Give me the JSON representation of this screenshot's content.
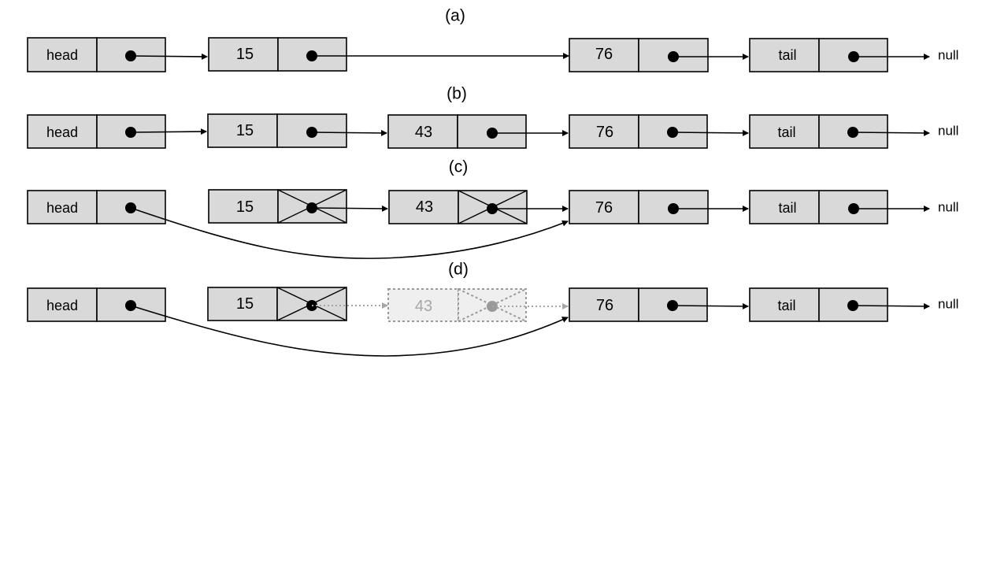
{
  "diagram": {
    "panels": [
      {
        "label": "(a)",
        "nodes": [
          {
            "value": "head",
            "kind": "sentinel"
          },
          {
            "value": "15",
            "kind": "data"
          },
          {
            "value": "76",
            "kind": "data"
          },
          {
            "value": "tail",
            "kind": "sentinel"
          }
        ],
        "null_label": "null"
      },
      {
        "label": "(b)",
        "nodes": [
          {
            "value": "head",
            "kind": "sentinel"
          },
          {
            "value": "15",
            "kind": "data"
          },
          {
            "value": "43",
            "kind": "data"
          },
          {
            "value": "76",
            "kind": "data"
          },
          {
            "value": "tail",
            "kind": "sentinel"
          }
        ],
        "null_label": "null"
      },
      {
        "label": "(c)",
        "nodes": [
          {
            "value": "head",
            "kind": "sentinel"
          },
          {
            "value": "15",
            "kind": "data",
            "next_crossed": true
          },
          {
            "value": "43",
            "kind": "data",
            "next_crossed": true
          },
          {
            "value": "76",
            "kind": "data"
          },
          {
            "value": "tail",
            "kind": "sentinel"
          }
        ],
        "null_label": "null"
      },
      {
        "label": "(d)",
        "nodes": [
          {
            "value": "head",
            "kind": "sentinel"
          },
          {
            "value": "15",
            "kind": "data",
            "next_crossed": true
          },
          {
            "value": "43",
            "kind": "data",
            "next_crossed": true,
            "ghost": true
          },
          {
            "value": "76",
            "kind": "data"
          },
          {
            "value": "tail",
            "kind": "sentinel"
          }
        ],
        "null_label": "null"
      }
    ],
    "colors": {
      "cell_fill": "#d9d9d9",
      "ghost_fill": "#efefef",
      "ghost_stroke": "#9a9a9a",
      "line": "#000000"
    }
  }
}
